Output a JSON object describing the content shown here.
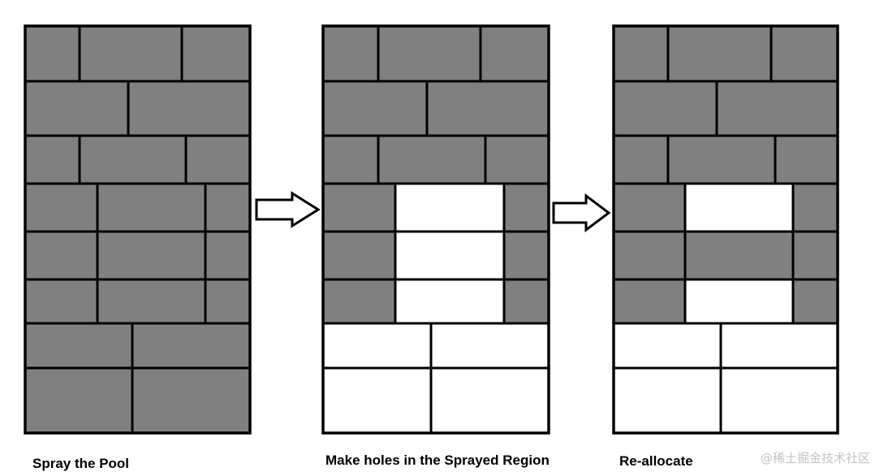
{
  "colors": {
    "filled": "#808080",
    "empty": "#ffffff",
    "line": "#000000"
  },
  "arrows": [
    {
      "name": "arrow-spray-to-holes"
    },
    {
      "name": "arrow-holes-to-reallocate"
    }
  ],
  "panels": [
    {
      "name": "spray-the-pool",
      "caption": "Spray the Pool",
      "rows": [
        [
          "filled",
          "filled",
          "filled"
        ],
        [
          "filled",
          "filled"
        ],
        [
          "filled",
          "filled",
          "filled"
        ],
        [
          "filled",
          "filled",
          "filled"
        ],
        [
          "filled",
          "filled",
          "filled"
        ],
        [
          "filled",
          "filled",
          "filled"
        ],
        [
          "filled",
          "filled"
        ],
        [
          "filled",
          "filled"
        ]
      ]
    },
    {
      "name": "make-holes",
      "caption": "Make holes in the Sprayed Region",
      "rows": [
        [
          "filled",
          "filled",
          "filled"
        ],
        [
          "filled",
          "filled"
        ],
        [
          "filled",
          "filled",
          "filled"
        ],
        [
          "filled",
          "empty",
          "filled"
        ],
        [
          "filled",
          "empty",
          "filled"
        ],
        [
          "filled",
          "empty",
          "filled"
        ],
        [
          "empty",
          "empty"
        ],
        [
          "empty",
          "empty"
        ]
      ]
    },
    {
      "name": "re-allocate",
      "caption": "Re-allocate",
      "rows": [
        [
          "filled",
          "filled",
          "filled"
        ],
        [
          "filled",
          "filled"
        ],
        [
          "filled",
          "filled",
          "filled"
        ],
        [
          "filled",
          "empty",
          "filled"
        ],
        [
          "filled",
          "filled",
          "filled"
        ],
        [
          "filled",
          "empty",
          "filled"
        ],
        [
          "empty",
          "empty"
        ],
        [
          "empty",
          "empty"
        ]
      ]
    }
  ],
  "watermark": "@稀土掘金技术社区"
}
